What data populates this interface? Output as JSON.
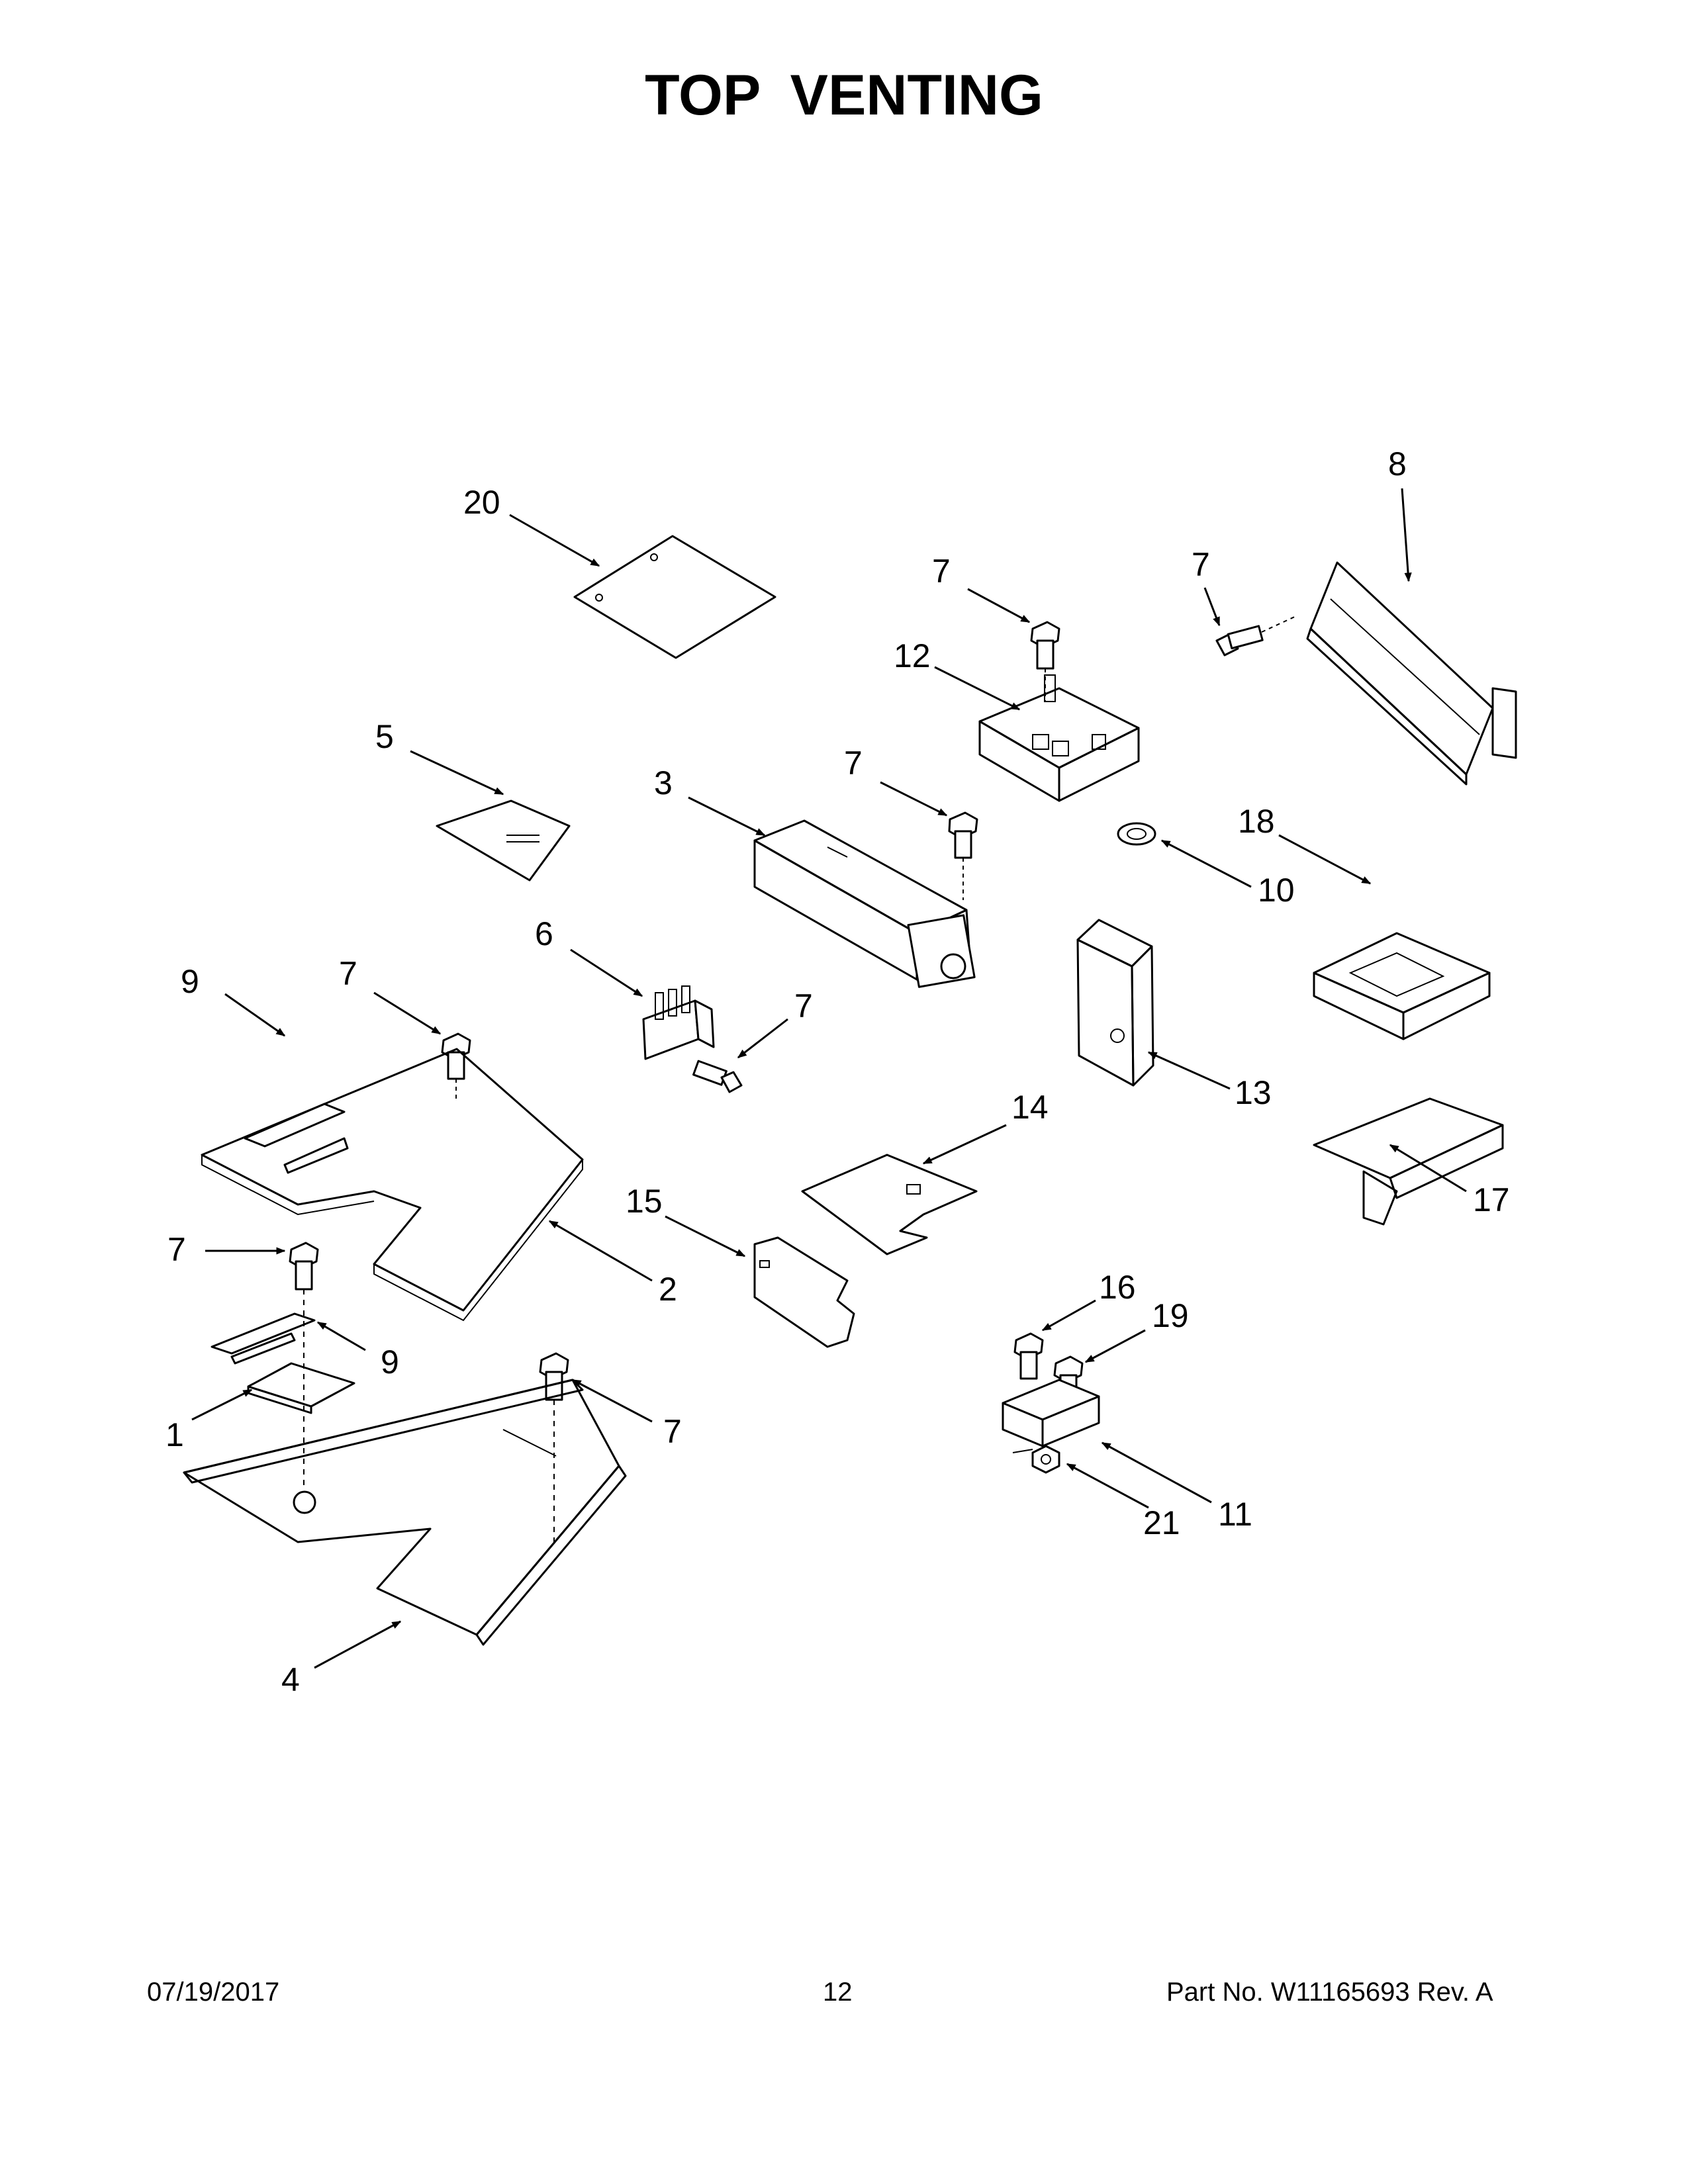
{
  "title": "TOP  VENTING",
  "callouts": [
    "20",
    "8",
    "7",
    "7",
    "12",
    "5",
    "7",
    "3",
    "18",
    "10",
    "6",
    "7",
    "9",
    "7",
    "13",
    "14",
    "17",
    "15",
    "2",
    "7",
    "16",
    "19",
    "9",
    "1",
    "7",
    "11",
    "21",
    "4"
  ],
  "footer": {
    "date": "07/19/2017",
    "page": "12",
    "part_number": "Part No.  W11165693   Rev.  A"
  }
}
